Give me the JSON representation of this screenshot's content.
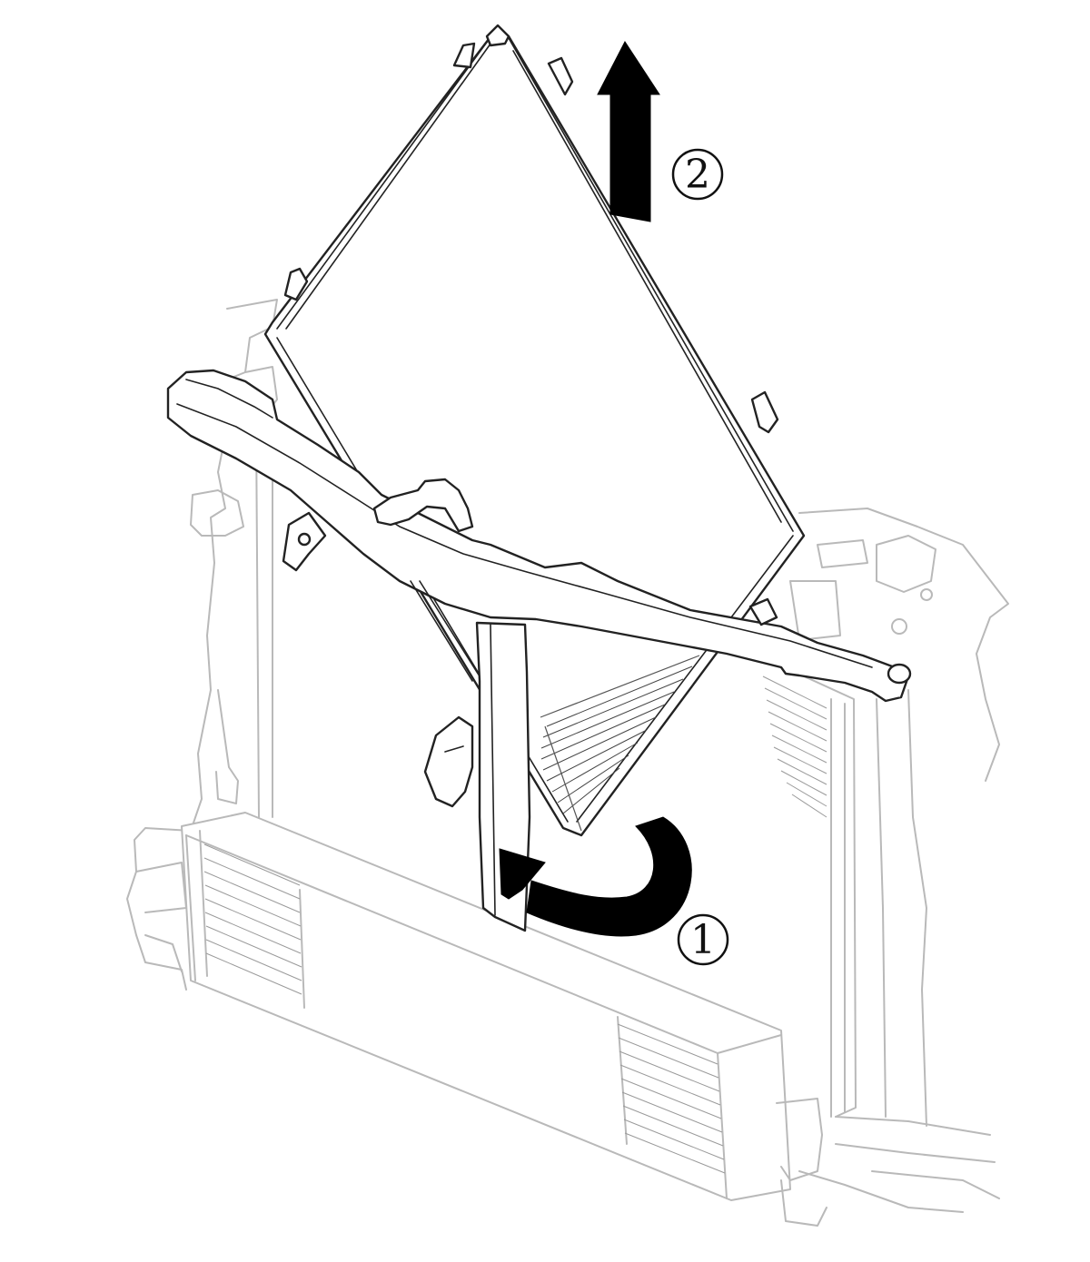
{
  "diagram": {
    "steps": [
      {
        "id": "step-1",
        "label": "①",
        "action": "rotate"
      },
      {
        "id": "step-2",
        "label": "②",
        "action": "lift"
      }
    ],
    "colors": {
      "ink": "#222222",
      "ghost": "#b9b9b9",
      "arrow": "#000000",
      "background": "#ffffff"
    }
  }
}
